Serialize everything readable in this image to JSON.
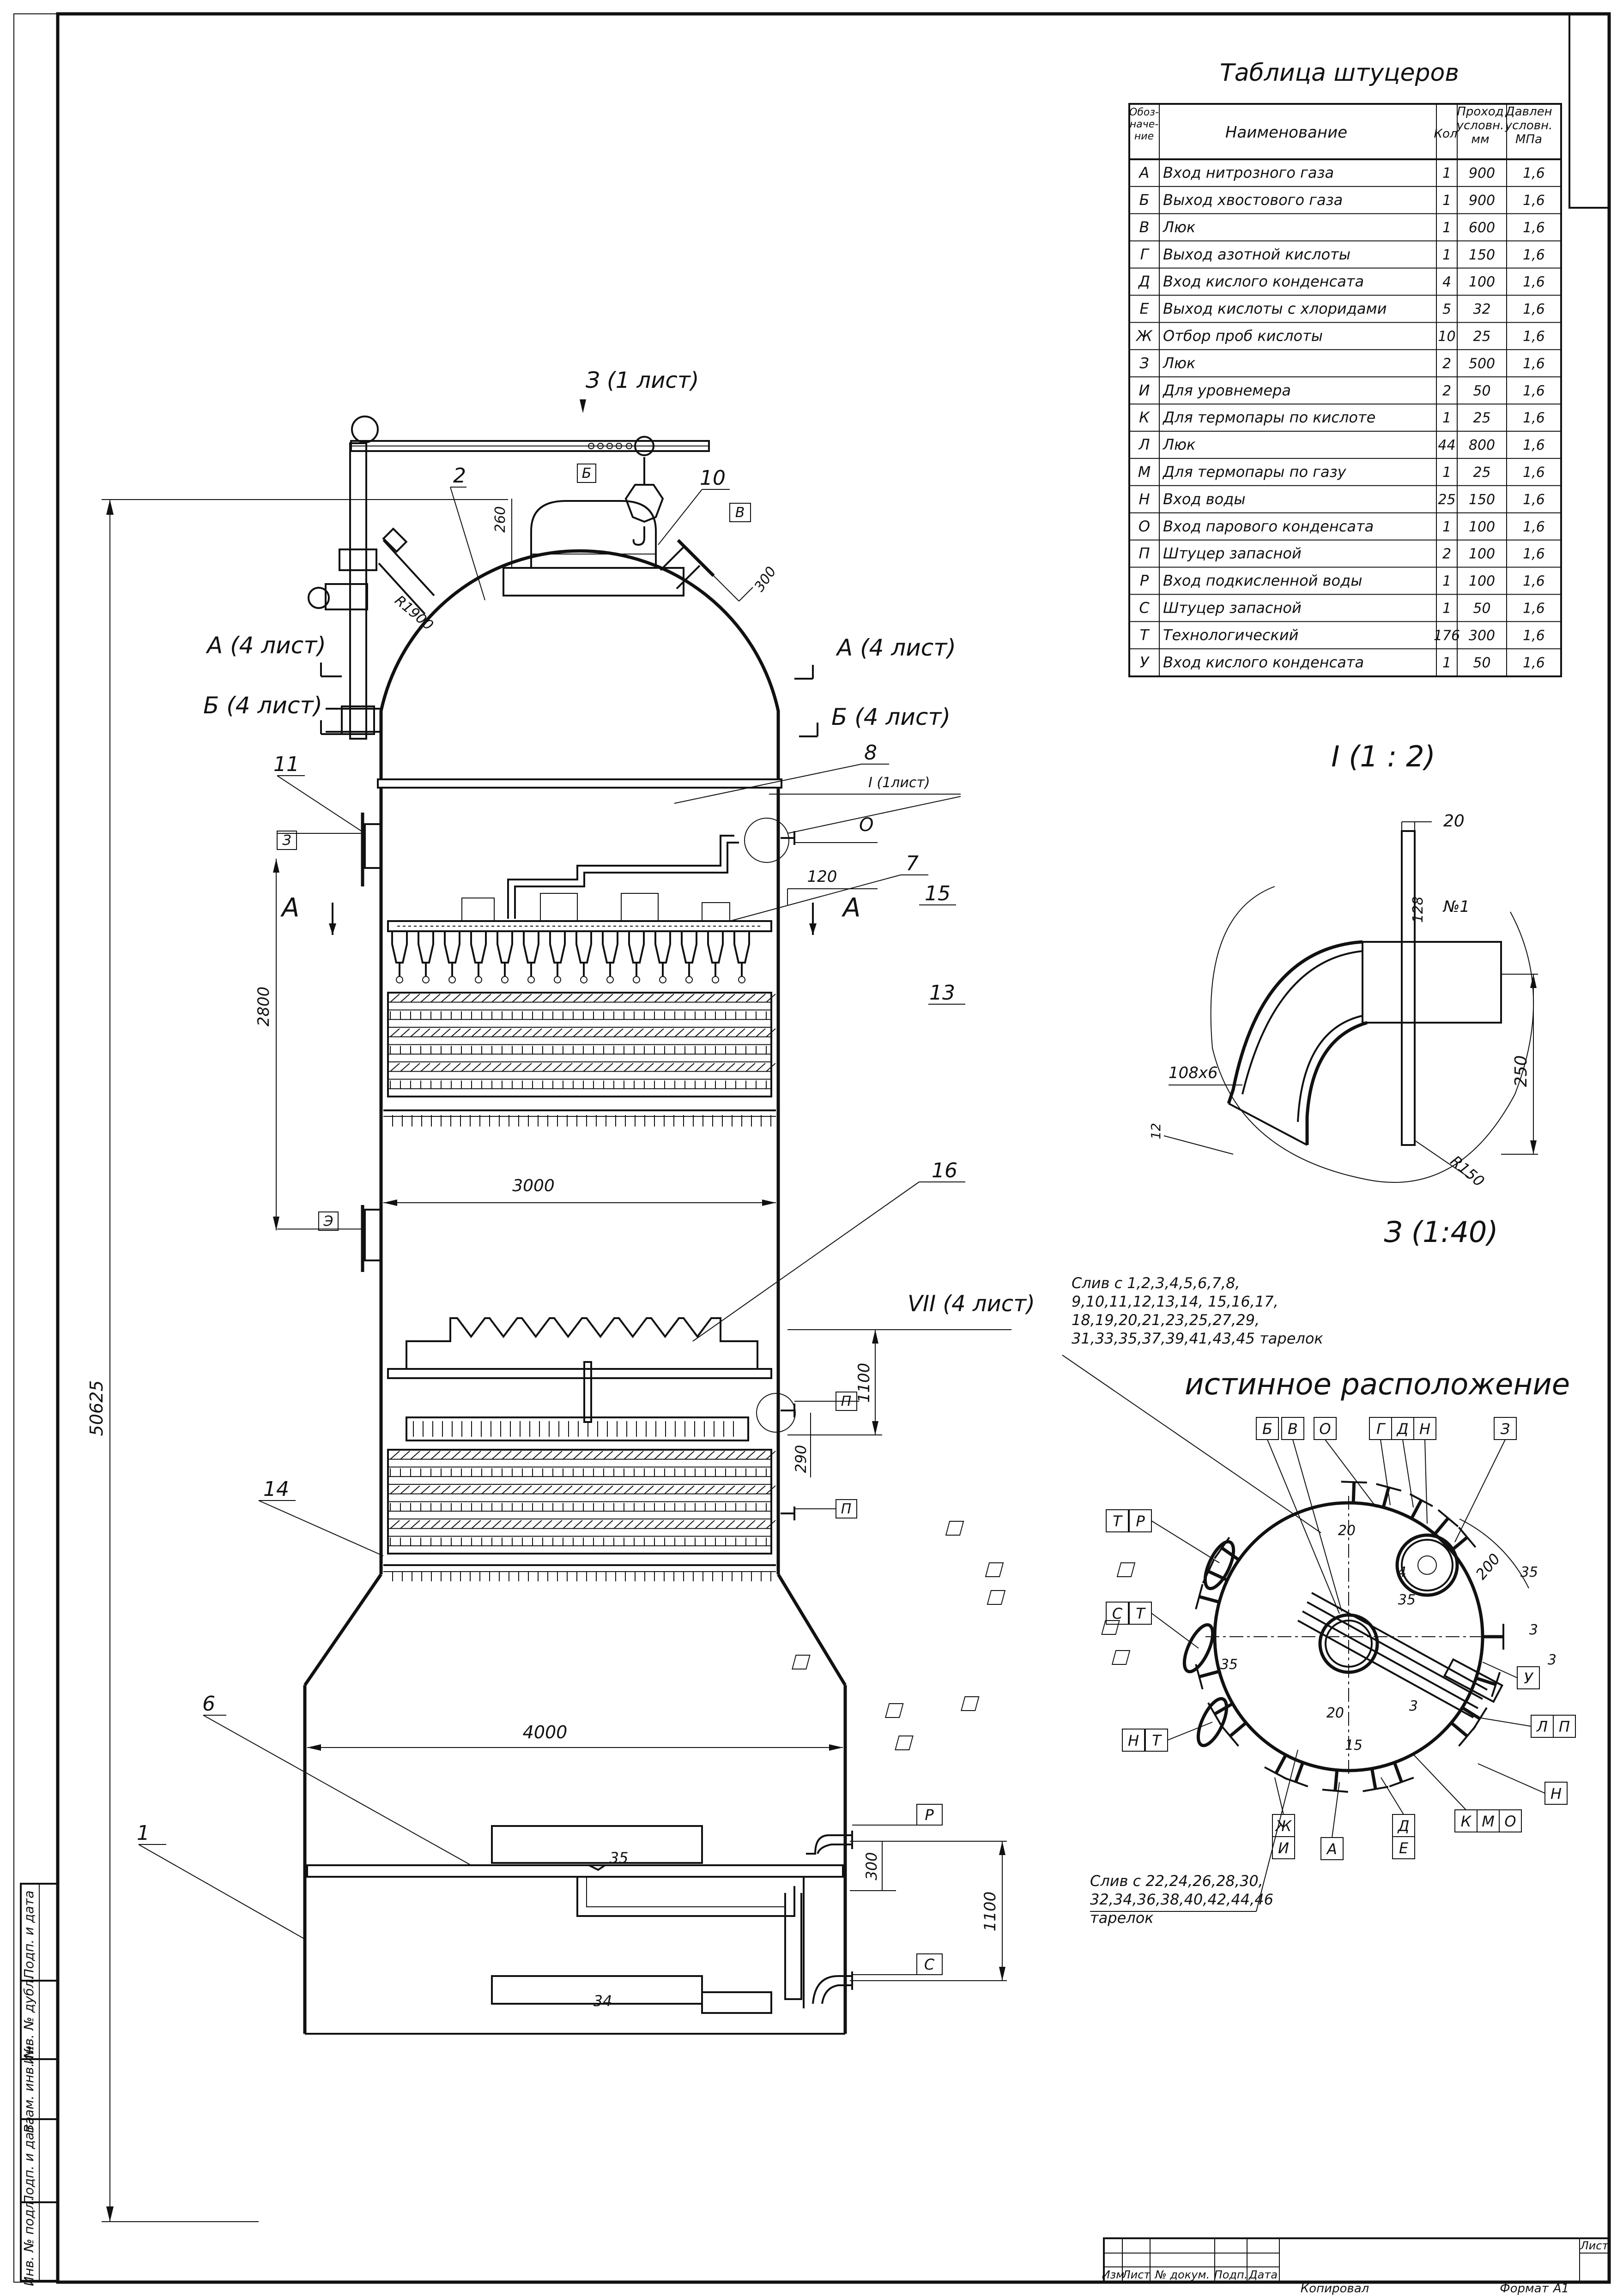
{
  "table": {
    "title": "Таблица штуцеров",
    "headers": [
      "Обоз-наче-ние",
      "Наименование",
      "Кол",
      "Проход условн. мм",
      "Давлен условн. МПа"
    ],
    "rows": [
      [
        "А",
        "Вход нитрозного газа",
        "1",
        "900",
        "1,6"
      ],
      [
        "Б",
        "Выход хвостового газа",
        "1",
        "900",
        "1,6"
      ],
      [
        "В",
        "Люк",
        "1",
        "600",
        "1,6"
      ],
      [
        "Г",
        "Выход азотной кислоты",
        "1",
        "150",
        "1,6"
      ],
      [
        "Д",
        "Вход кислого конденсата",
        "4",
        "100",
        "1,6"
      ],
      [
        "Е",
        "Выход кислоты с хлоридами",
        "5",
        "32",
        "1,6"
      ],
      [
        "Ж",
        "Отбор проб кислоты",
        "10",
        "25",
        "1,6"
      ],
      [
        "З",
        "Люк",
        "2",
        "500",
        "1,6"
      ],
      [
        "И",
        "Для уровнемера",
        "2",
        "50",
        "1,6"
      ],
      [
        "К",
        "Для термопары по кислоте",
        "1",
        "25",
        "1,6"
      ],
      [
        "Л",
        "Люк",
        "44",
        "800",
        "1,6"
      ],
      [
        "М",
        "Для термопары по газу",
        "1",
        "25",
        "1,6"
      ],
      [
        "Н",
        "Вход воды",
        "25",
        "150",
        "1,6"
      ],
      [
        "О",
        "Вход парового конденсата",
        "1",
        "100",
        "1,6"
      ],
      [
        "П",
        "Штуцер запасной",
        "2",
        "100",
        "1,6"
      ],
      [
        "Р",
        "Вход подкисленной воды",
        "1",
        "100",
        "1,6"
      ],
      [
        "С",
        "Штуцер запасной",
        "1",
        "50",
        "1,6"
      ],
      [
        "Т",
        "Технологический",
        "176",
        "300",
        "1,6"
      ],
      [
        "У",
        "Вход кислого конденсата",
        "1",
        "50",
        "1,6"
      ]
    ]
  },
  "main": {
    "view_label": "З (1 лист)",
    "section_a_left": "А (4 лист)",
    "section_a_right": "А (4 лист)",
    "section_b_left": "Б (4 лист)",
    "section_b_right": "Б (4 лист)",
    "detail_ref": "I (1лист)",
    "view_vii": "VII (4 лист)",
    "label_a_mid_left": "А",
    "label_a_mid_right": "А",
    "dims": {
      "overall_height": "50625",
      "d_3000": "3000",
      "d_4000": "4000",
      "d_2800": "2800",
      "d_260": "260",
      "d_300_top": "300",
      "d_r1900": "R1900",
      "d_120": "120",
      "d_1100_mid": "1100",
      "d_290": "290",
      "d_35": "35",
      "d_34": "34",
      "d_300_bottom": "300",
      "d_1100_bottom": "1100"
    },
    "callouts": [
      "1",
      "2",
      "6",
      "7",
      "8",
      "10",
      "11",
      "13",
      "14",
      "15",
      "16"
    ],
    "nozzle_tags": {
      "b_top": "Б",
      "v_top": "В",
      "z_upper": "З",
      "o_right": "О",
      "z_lower": "Э",
      "p_upper": "П",
      "p_lower": "П",
      "r_bottom": "Р",
      "s_bottom": "С"
    }
  },
  "detail": {
    "title": "I (1 : 2)",
    "dim_20": "20",
    "dim_128": "128",
    "weld_no": "№1",
    "pipe_108": "108х6",
    "dim_250": "250",
    "dim_r150": "R150",
    "weld_12": "12"
  },
  "plan": {
    "title": "З (1:40)",
    "subtitle": "истинное расположение",
    "drain_top": "Слив с 1,2,3,4,5,6,7,8, 9,10,11,12,13,14, 15,16,17, 18,19,20,21,23,25,27,29, 31,33,35,37,39,41,43,45 тарелок",
    "drain_bottom": "Слив с 22,24,26,28,30, 32,34,36,38,40,42,44,46 тарелок",
    "dim_200": "200",
    "tags": {
      "top": [
        "Б",
        "В",
        "О",
        "Г",
        "Д",
        "Н",
        "З"
      ],
      "tr_left": [
        "Т",
        "Р"
      ],
      "st_left": [
        "С",
        "Т"
      ],
      "nt_left": [
        "Н",
        "Т"
      ],
      "u_right": "У",
      "lp_right": [
        "Л",
        "П"
      ],
      "n_right": "Н",
      "kmo_bottom": [
        "К",
        "М",
        "О"
      ],
      "zh_i": [
        "Ж",
        "И"
      ],
      "a_bottom": "А",
      "d_e": [
        "Д",
        "Е"
      ]
    },
    "welds": [
      "20",
      "4",
      "35",
      "35",
      "3",
      "20",
      "3",
      "15",
      "35",
      "3"
    ]
  },
  "margin_stamps": [
    "Подп. и дата",
    "Инв. № дубл.",
    "Взам. инв. №",
    "Подп. и дата",
    "Инв. № подл."
  ],
  "stamp": {
    "cols": [
      "Изм",
      "Лист",
      "№ докум.",
      "Подп.",
      "Дата"
    ],
    "sheet_label": "Лист",
    "copied": "Копировал",
    "format": "Формат",
    "format_value": "А1"
  }
}
